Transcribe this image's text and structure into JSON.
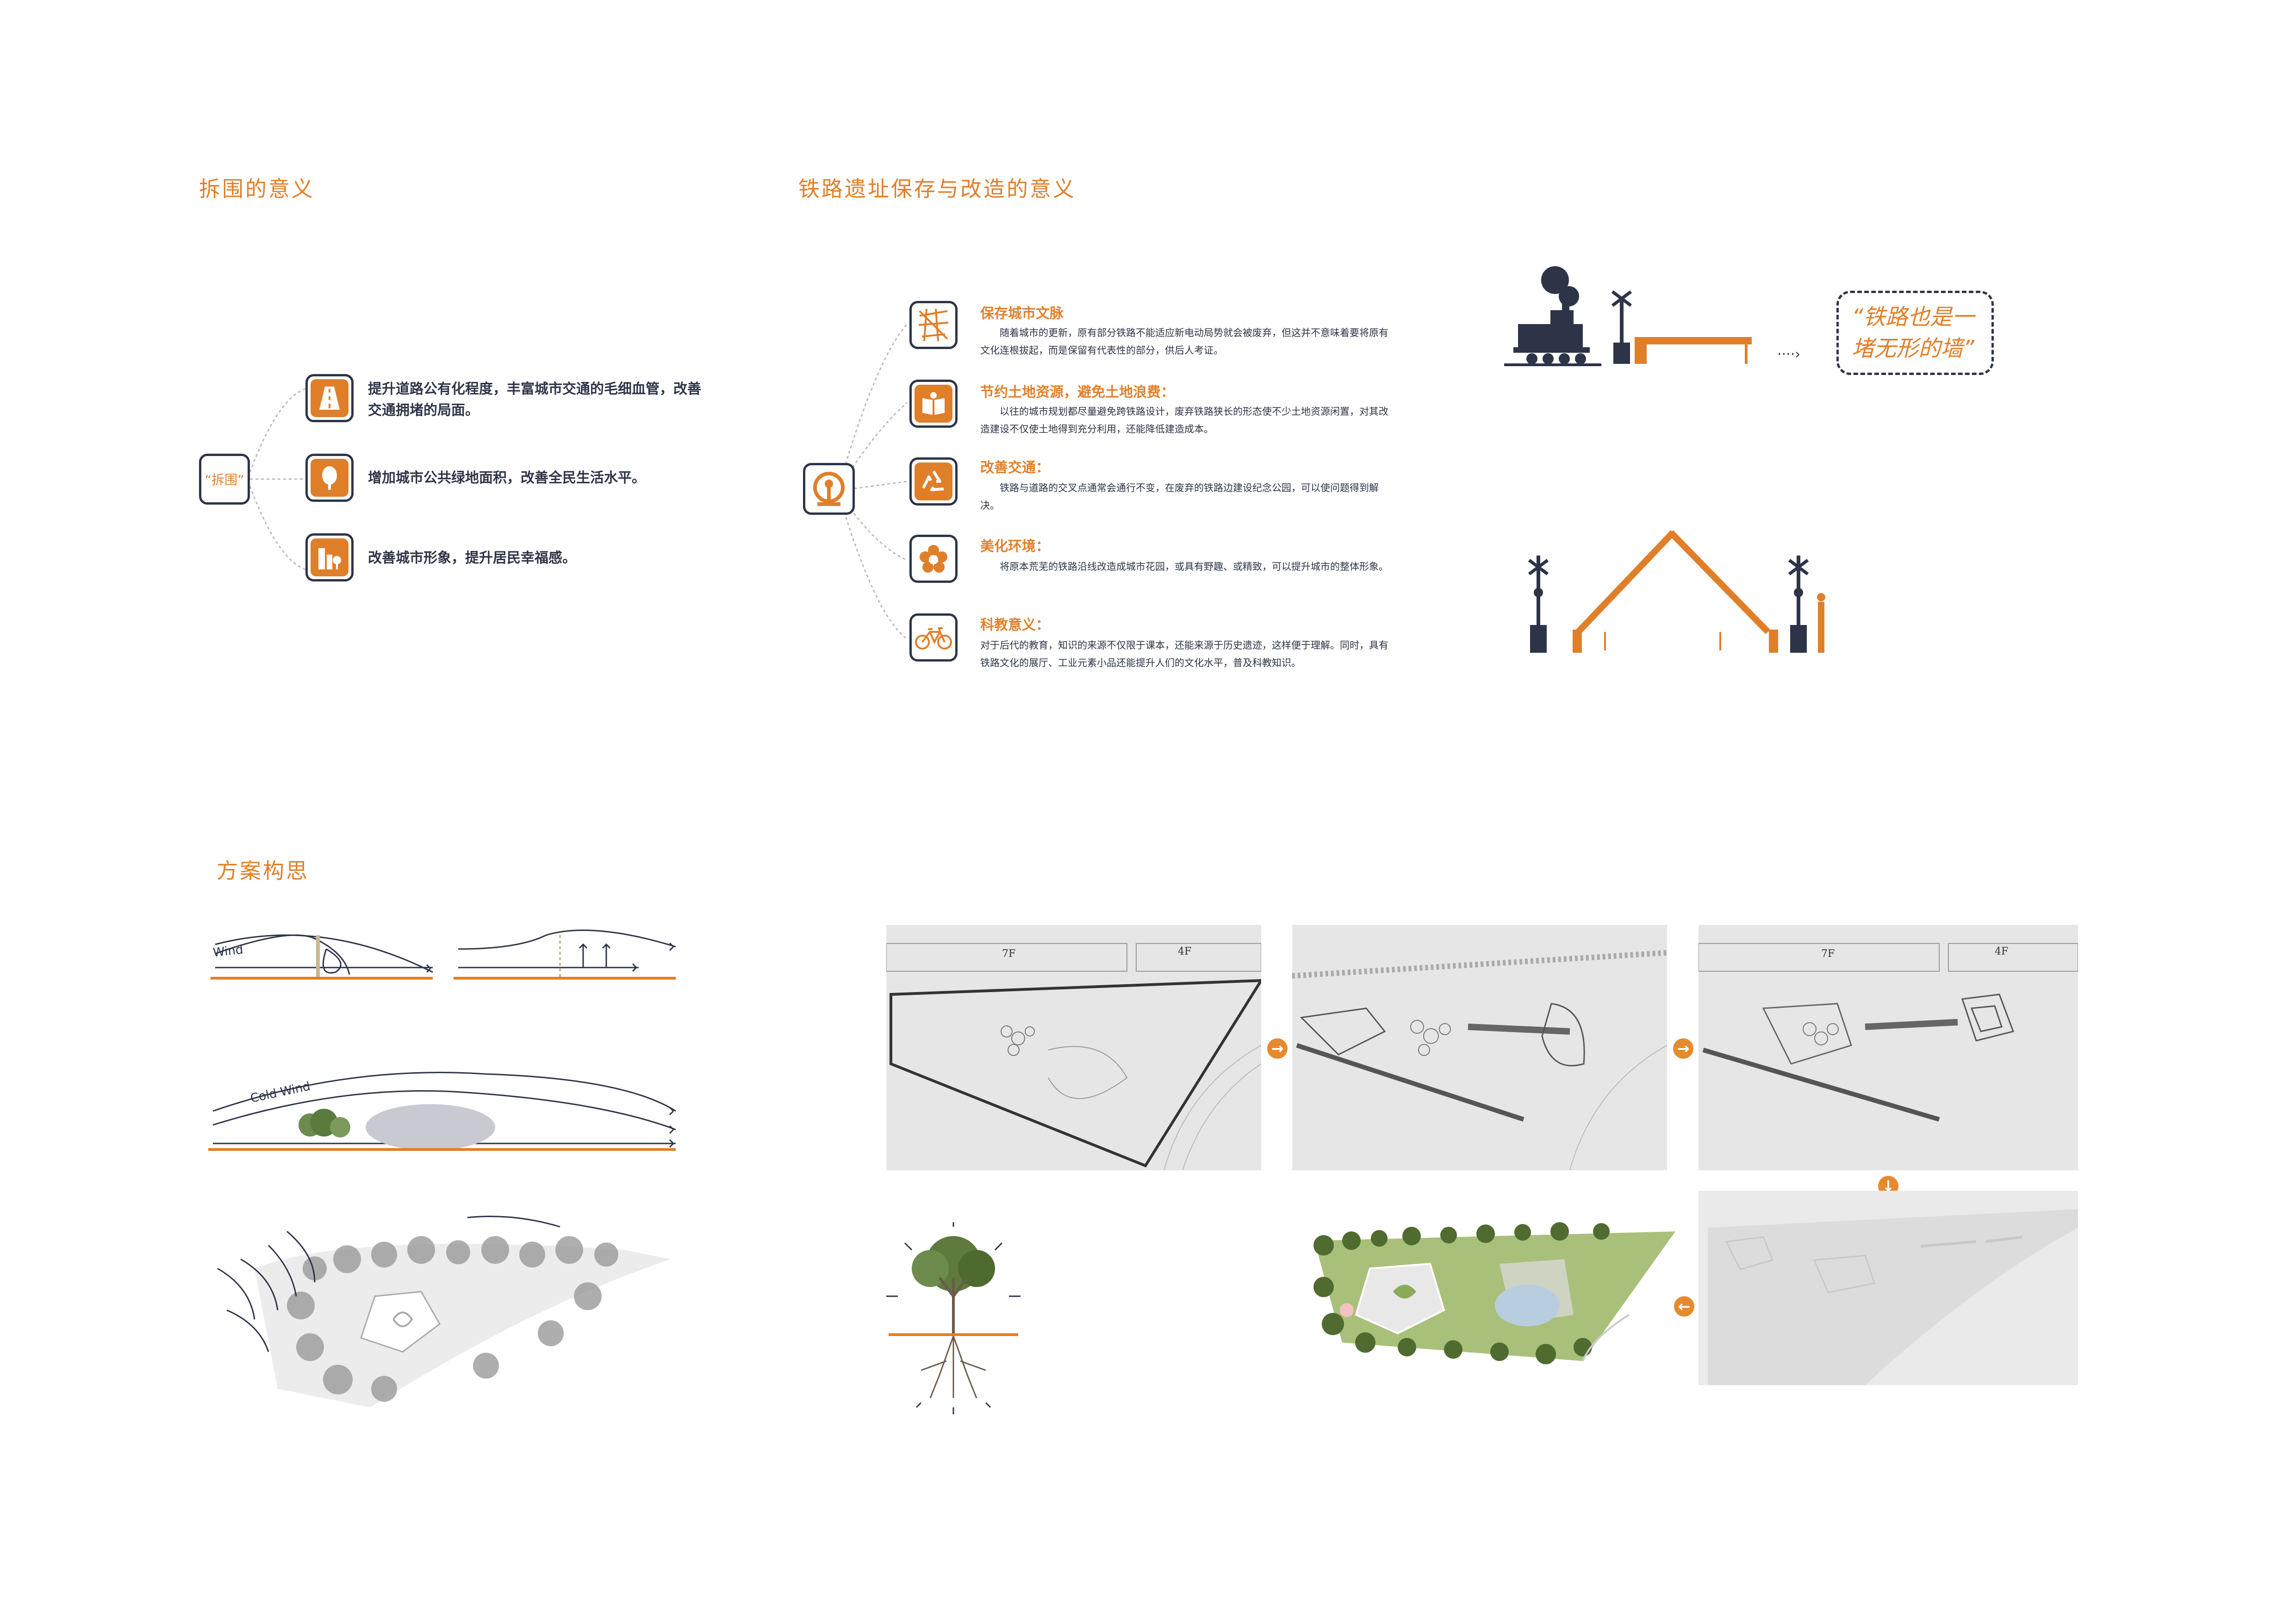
{
  "section1": {
    "title": "拆围的意义",
    "center_label": "“拆围”",
    "items": [
      {
        "icon": "road-icon",
        "text": "提升道路公有化程度，丰富城市交通的毛细血管，改善交通拥堵的局面。"
      },
      {
        "icon": "tree-icon",
        "text": "增加城市公共绿地面积，改善全民生活水平。"
      },
      {
        "icon": "city-buildings-icon",
        "text": "改善城市形象，提升居民幸福感。"
      }
    ]
  },
  "section2": {
    "title": "铁路遗址保存与改造的意义",
    "center_icon": "railway-logo-icon",
    "items": [
      {
        "icon": "city-map-icon",
        "title": "保存城市文脉",
        "text": "随着城市的更新，原有部分铁路不能适应新电动局势就会被废弃，但这并不意味着要将原有文化连根拔起，而是保留有代表性的部分，供后人考证。"
      },
      {
        "icon": "book-icon",
        "title": "节约土地资源，避免土地浪费：",
        "text": "以往的城市规划都尽量避免跨铁路设计，废弃铁路狭长的形态使不少土地资源闲置，对其改造建设不仅使土地得到充分利用，还能降低建造成本。"
      },
      {
        "icon": "recycle-icon",
        "title": "改善交通：",
        "text": "铁路与道路的交叉点通常会通行不变，在废弃的铁路边建设纪念公园，可以使问题得到解决。"
      },
      {
        "icon": "flower-icon",
        "title": "美化环境：",
        "text": "将原本荒芜的铁路沿线改造成城市花园，或具有野趣、或精致，可以提升城市的整体形象。"
      },
      {
        "icon": "bicycle-icon",
        "title": "科教意义：",
        "text": "对于后代的教育，知识的来源不仅限于课本，还能来源于历史遗迹，这样便于理解。同时，具有铁路文化的展厅、工业元素小品还能提升人们的文化水平，普及科教知识。"
      }
    ],
    "slogan": "“铁路也是一堵无形的墙”"
  },
  "section3": {
    "title": "方案构思",
    "wind_label": "Wind",
    "cold_wind_label": "Cold Wind",
    "floor_label_7f": "7F",
    "floor_label_4f": "4F",
    "arrow_right": "→",
    "arrow_down": "↓",
    "arrow_left": "←"
  },
  "colors": {
    "accent": "#e07f2a",
    "navy": "#2d3447",
    "panel": "#e6e6e6"
  }
}
